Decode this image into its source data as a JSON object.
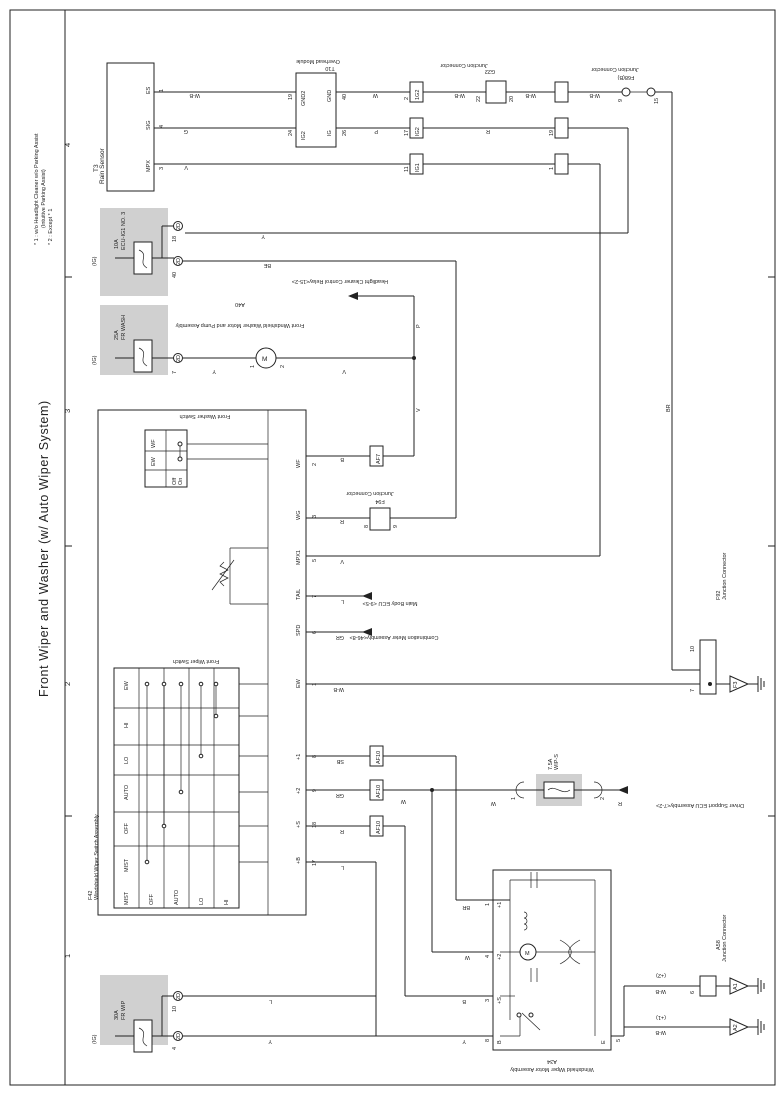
{
  "title": "Front Wiper and Washer (w/ Auto Wiper System)",
  "notes": [
    "* 1 : w/o Headlight Cleaner w/o Parking Assist",
    "(Intuitive Parking Assist)",
    "* 2 : Except * 1"
  ],
  "grid_numbers": [
    "1",
    "2",
    "3",
    "4"
  ],
  "rain_sensor": {
    "code": "T3",
    "name": "Rain Sensor",
    "pins": [
      "ES",
      "SIG",
      "MPX"
    ],
    "pin_numbers": [
      "1",
      "4",
      "3"
    ]
  },
  "overhead_module": {
    "code": "T10",
    "name": "Overhead Module",
    "pins_left": [
      "GND2",
      "IG2"
    ],
    "pins_right": [
      "GND",
      "IG"
    ],
    "pin_numbers": [
      "19",
      "24",
      "40",
      "26"
    ]
  },
  "junction_connectors": [
    {
      "code": "G22",
      "name": "Junction Connector",
      "pins": [
        "22",
        "20"
      ]
    },
    {
      "code": "F68(B)",
      "name": "Junction Connector",
      "pins": [
        "9",
        "15"
      ]
    },
    {
      "code": "F94",
      "name": "Junction Connector",
      "pins": [
        "8",
        "9"
      ]
    },
    {
      "code": "F92",
      "name": "Junction Connector",
      "pins": [
        "10",
        "7"
      ]
    },
    {
      "code": "A58",
      "name": "Junction Connector",
      "pins": [
        "6"
      ]
    }
  ],
  "fuses": [
    {
      "name": "ECU-IG1 NO. 3",
      "rating": "10A",
      "pins": [
        "18",
        "40"
      ],
      "source": "(IG)",
      "connector": "2D"
    },
    {
      "name": "FR WASH",
      "rating": "25A",
      "pins": [
        "7"
      ],
      "source": "(IG)",
      "connector": "2D"
    },
    {
      "name": "FR WIP",
      "rating": "30A",
      "pins": [
        "10",
        "4"
      ],
      "source": "(IG)",
      "connector": "2D"
    },
    {
      "name": "WIP-S",
      "rating": "7.5A",
      "pins": [
        "1",
        "2"
      ],
      "source": "",
      "connector": ""
    }
  ],
  "washer_motor": {
    "code": "A40",
    "name": "Front Windshield Washer Motor and Pump Assembly",
    "pins": [
      "1",
      "2"
    ],
    "symbol": "M"
  },
  "headlight_cleaner_relay": "Headlight Cleaner Control Relay<15-2>",
  "wiper_switch_assembly": {
    "code": "F42",
    "name": "Windshield Wiper Switch Assembly",
    "pins": [
      "WF",
      "WG",
      "MPX1",
      "TAIL",
      "SPD",
      "EW",
      "+1",
      "+2",
      "+S",
      "+B"
    ],
    "pin_numbers": [
      "2",
      "3",
      "5",
      "7",
      "6",
      "1",
      "8",
      "9",
      "18",
      "17"
    ]
  },
  "washer_switch": {
    "name": "Front Washer Switch",
    "cols": [
      "WF",
      "EW"
    ],
    "rows": [
      "Off",
      "On"
    ]
  },
  "wiper_switch": {
    "name": "Front Wiper Switch",
    "cols": [
      "EW",
      "HI",
      "LO",
      "AUTO",
      "OFF",
      "MIST"
    ],
    "rows": [
      "MIST",
      "OFF",
      "AUTO",
      "LO",
      "HI"
    ]
  },
  "main_body_ecu": "Main Body ECU <9-5>",
  "combination_meter": "Combination Meter Assembly<46-8>",
  "driver_support_ecu": "Driver Support ECU Assembly<7-2>",
  "wiper_motor": {
    "code": "A34",
    "name": "Windshield Wiper Motor Assembly",
    "pins": [
      "+1",
      "+2",
      "+S",
      "B",
      "E"
    ],
    "pin_numbers": [
      "1",
      "4",
      "3",
      "8",
      "5"
    ],
    "symbol": "M"
  },
  "inline_connectors": [
    "1G2",
    "IG2",
    "IG1",
    "AF7",
    "AF10"
  ],
  "inline_pin_numbers": [
    "2",
    "17",
    "11",
    "19",
    "1",
    "9",
    "2",
    "4",
    "7"
  ],
  "wire_colors": [
    "W-B",
    "G",
    "V",
    "W",
    "R",
    "Y",
    "BE",
    "P",
    "B",
    "SB",
    "GR",
    "L",
    "BR"
  ],
  "grounds": [
    "F3",
    "A1",
    "A2"
  ],
  "ground_labels": [
    "(+2)",
    "(+1)"
  ]
}
